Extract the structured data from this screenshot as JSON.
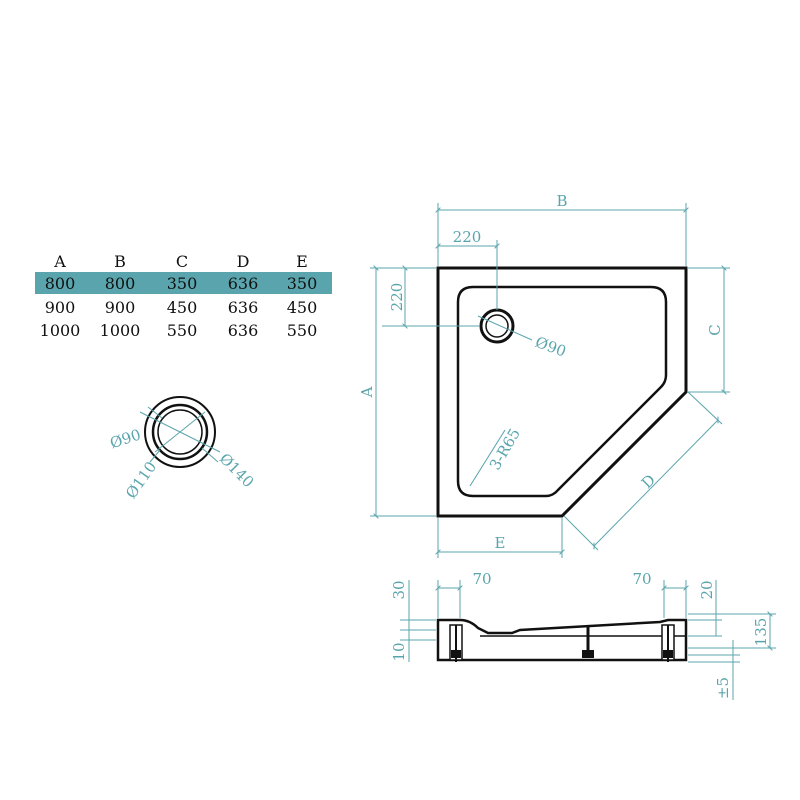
{
  "colors": {
    "accent": "#5aa5ad",
    "highlight_row": "#5aa5ad",
    "line": "#111111"
  },
  "size_table": {
    "headers": [
      "A",
      "B",
      "C",
      "D",
      "E"
    ],
    "rows": [
      [
        "800",
        "800",
        "350",
        "636",
        "350"
      ],
      [
        "900",
        "900",
        "450",
        "636",
        "450"
      ],
      [
        "1000",
        "1000",
        "550",
        "636",
        "550"
      ]
    ],
    "highlighted_row": 0
  },
  "drain_detail": {
    "labels": [
      "Ø90",
      "Ø110",
      "Ø140"
    ]
  },
  "plan_view": {
    "labels": {
      "B": "B",
      "offset_x": "220",
      "offset_y": "220",
      "drain": "Ø90",
      "C": "C",
      "A": "A",
      "radius": "3-R65",
      "D": "D",
      "E": "E"
    }
  },
  "section_view": {
    "labels": {
      "left_70": "70",
      "right_70": "70",
      "h30": "30",
      "h10": "10",
      "h20": "20",
      "h135": "135",
      "pm5": "±5"
    }
  }
}
